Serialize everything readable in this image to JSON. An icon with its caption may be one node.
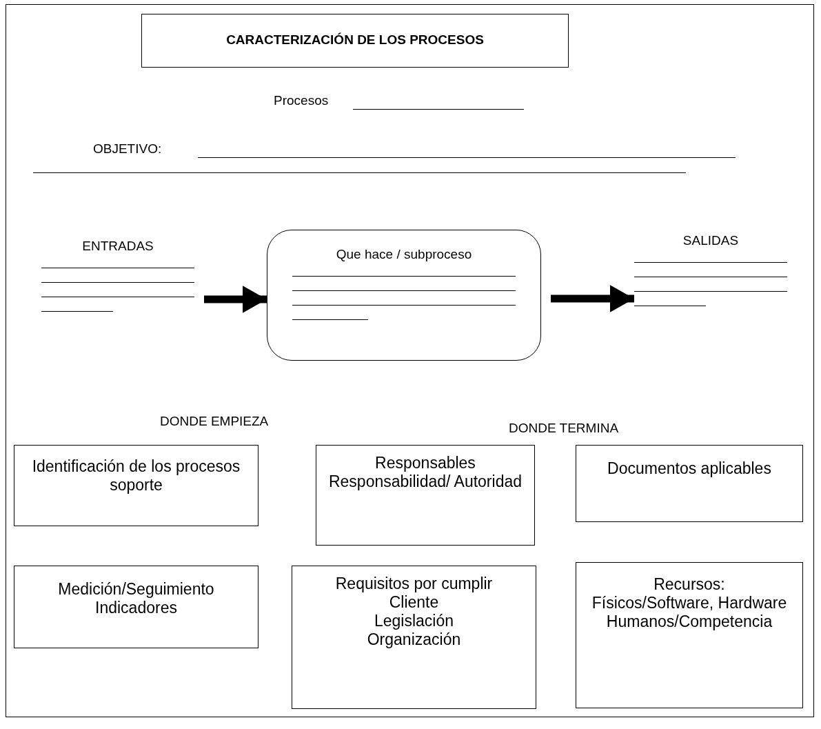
{
  "diagram": {
    "nodes": [
      {
        "text": [
          "CARACTERIZACIÓN DE LOS PROCESOS"
        ]
      },
      {
        "text": [
          "ENTRADAS"
        ]
      },
      {
        "text": [
          "Que hace / subproceso"
        ]
      },
      {
        "text": [
          "SALIDAS"
        ]
      },
      {
        "text": [
          "Identificación de los procesos soporte"
        ]
      },
      {
        "text": [
          "Responsables",
          "Responsabilidad/ Autoridad"
        ]
      },
      {
        "text": [
          "Documentos aplicables"
        ]
      },
      {
        "text": [
          "Medición/Seguimiento",
          "Indicadores"
        ]
      },
      {
        "text": [
          "Requisitos por cumplir",
          "Cliente",
          "Legislación",
          "Organización"
        ]
      },
      {
        "text": [
          "Recursos:",
          "Físicos/Software, Hardware",
          "Humanos/Competencia"
        ]
      }
    ],
    "edges": [
      {
        "from": 1,
        "to": 2,
        "arrow": "to"
      },
      {
        "from": 2,
        "to": 3,
        "arrow": "to"
      }
    ],
    "labels": [
      "Procesos",
      "OBJETIVO:",
      "DONDE EMPIEZA",
      "DONDE TERMINA"
    ]
  }
}
